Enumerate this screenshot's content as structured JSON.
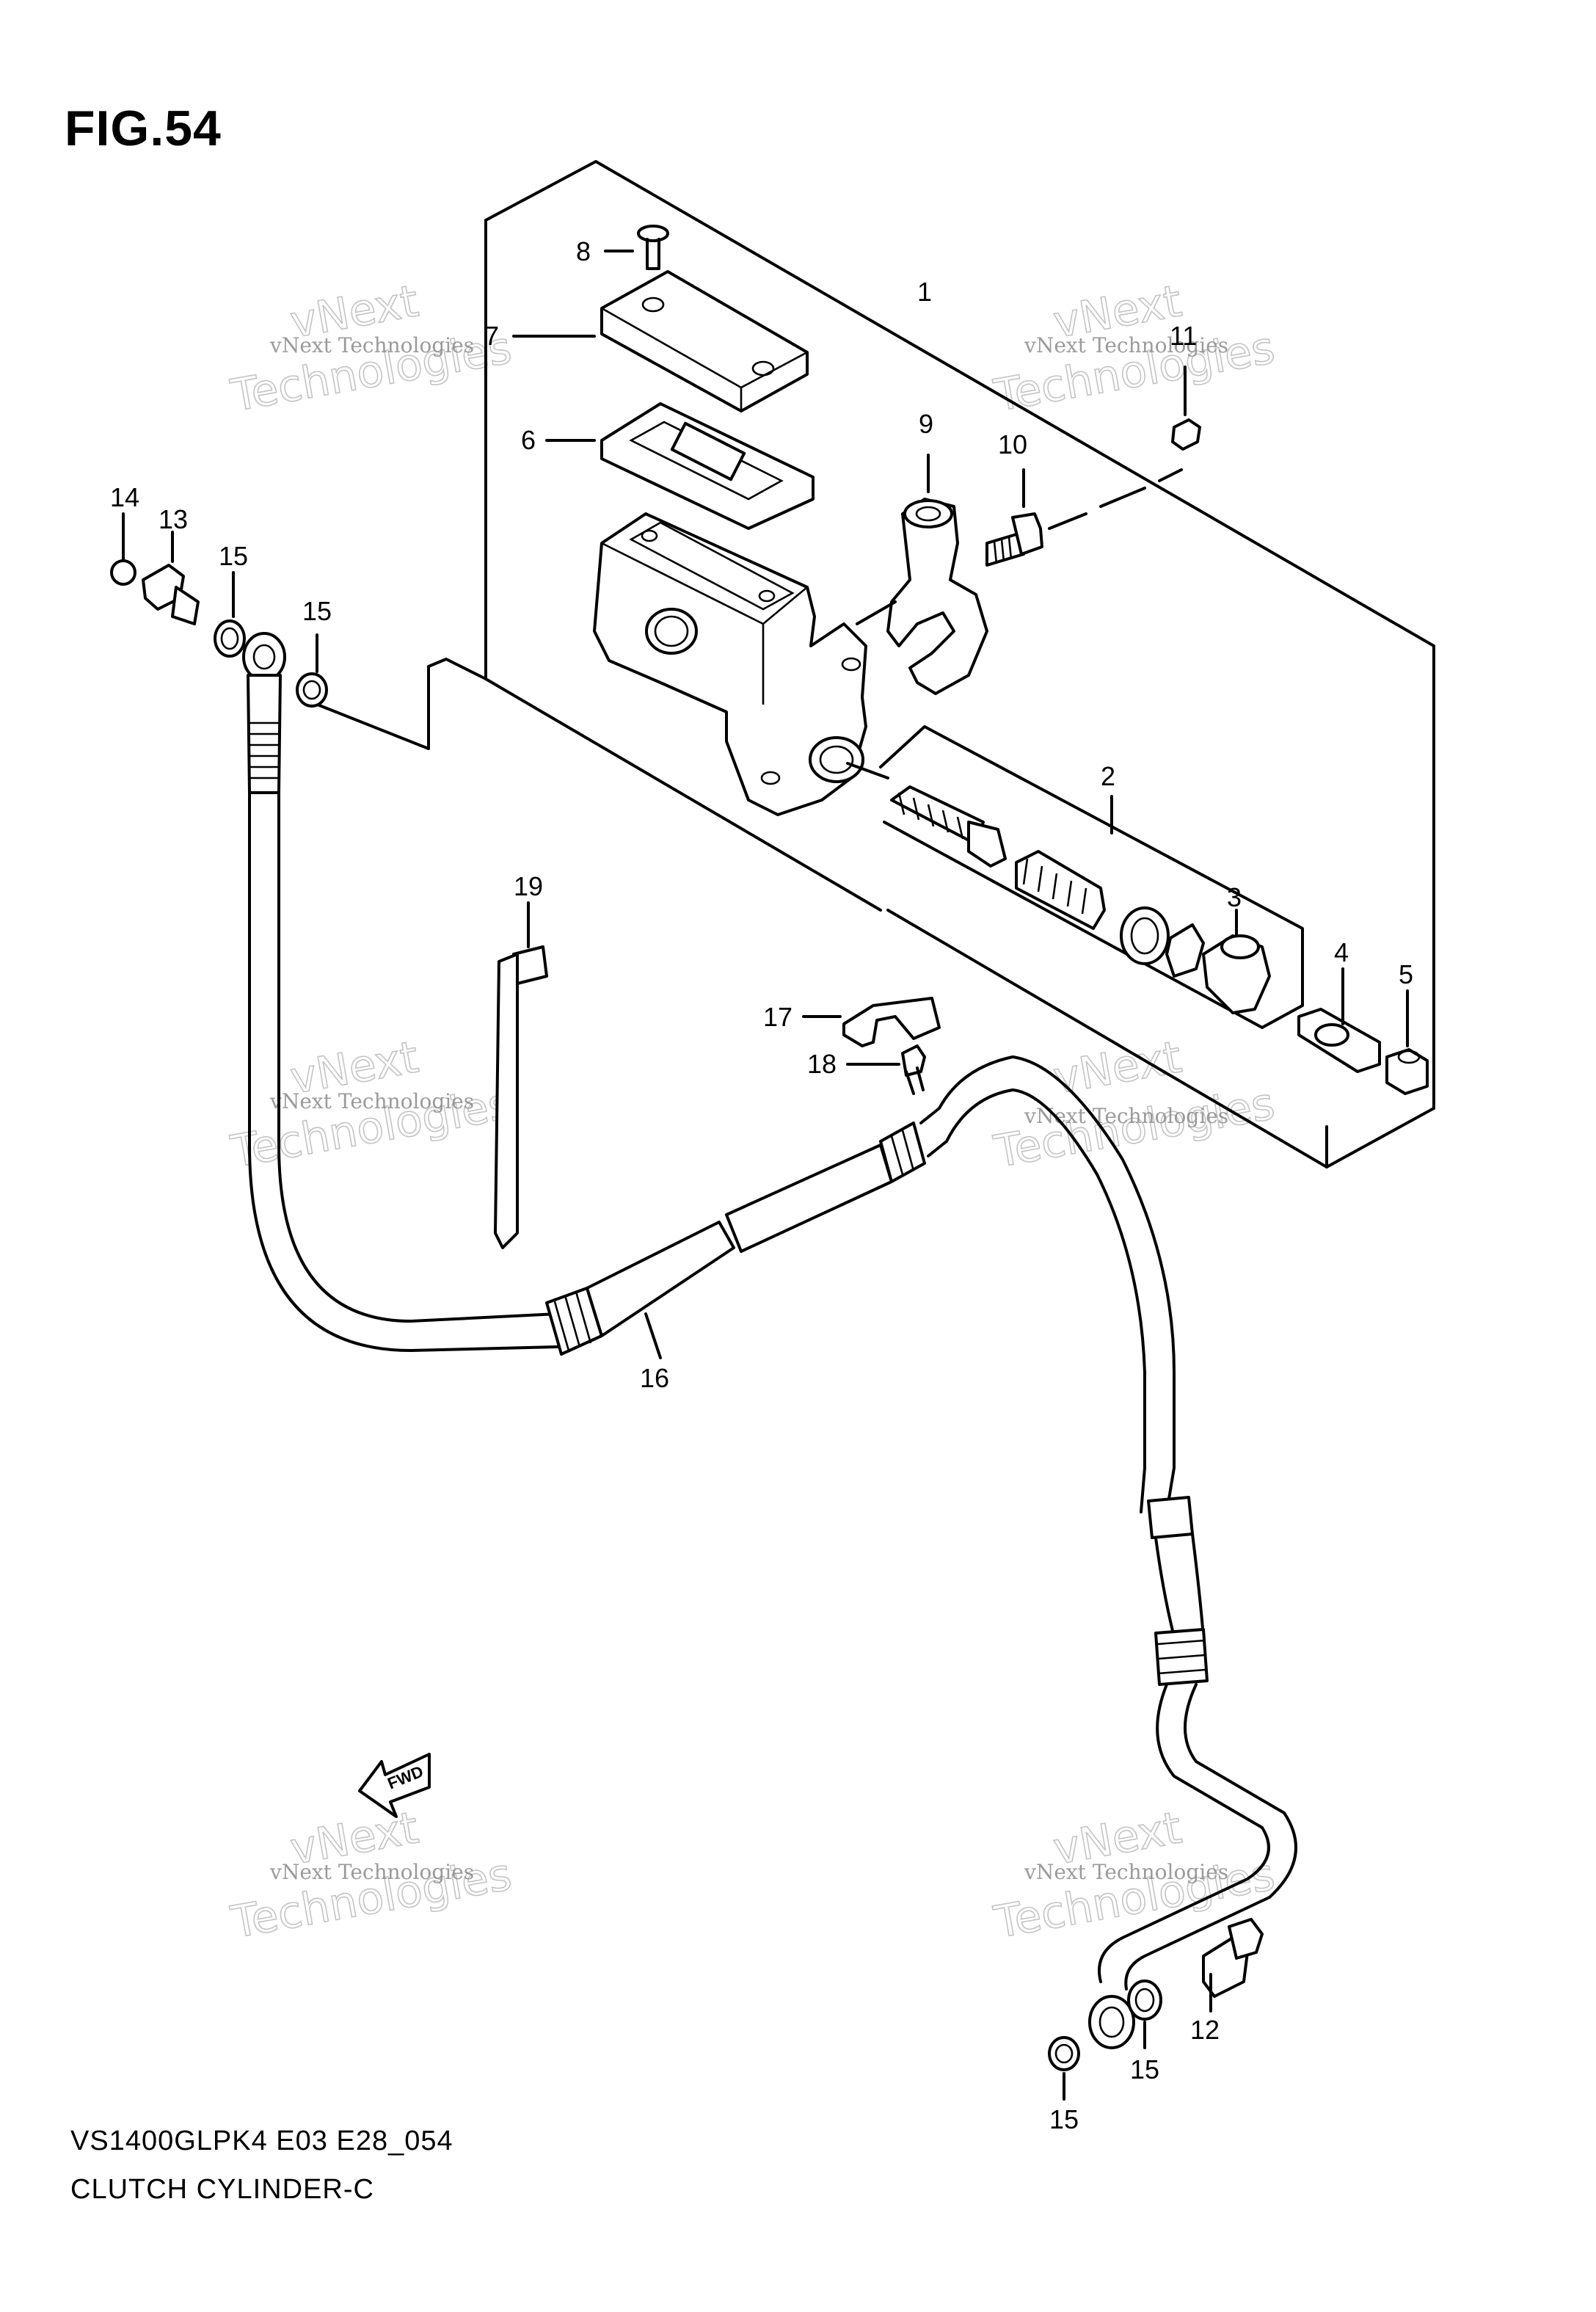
{
  "figure": {
    "title": "FIG.54",
    "model_code": "VS1400GLPK4 E03 E28_054",
    "section_title": "CLUTCH CYLINDER-C",
    "fwd_label": "FWD"
  },
  "watermark": {
    "line1": "vNext Technologies",
    "line2": "Technologies",
    "line3": "vNext"
  },
  "callouts": [
    {
      "id": "1",
      "label": "1"
    },
    {
      "id": "2",
      "label": "2"
    },
    {
      "id": "3",
      "label": "3"
    },
    {
      "id": "4",
      "label": "4"
    },
    {
      "id": "5",
      "label": "5"
    },
    {
      "id": "6",
      "label": "6"
    },
    {
      "id": "7",
      "label": "7"
    },
    {
      "id": "8",
      "label": "8"
    },
    {
      "id": "9",
      "label": "9"
    },
    {
      "id": "10",
      "label": "10"
    },
    {
      "id": "11",
      "label": "11"
    },
    {
      "id": "12",
      "label": "12"
    },
    {
      "id": "13",
      "label": "13"
    },
    {
      "id": "14",
      "label": "14"
    },
    {
      "id": "15a",
      "label": "15"
    },
    {
      "id": "15b",
      "label": "15"
    },
    {
      "id": "15c",
      "label": "15"
    },
    {
      "id": "15d",
      "label": "15"
    },
    {
      "id": "16",
      "label": "16"
    },
    {
      "id": "17",
      "label": "17"
    },
    {
      "id": "18",
      "label": "18"
    },
    {
      "id": "19",
      "label": "19"
    }
  ]
}
